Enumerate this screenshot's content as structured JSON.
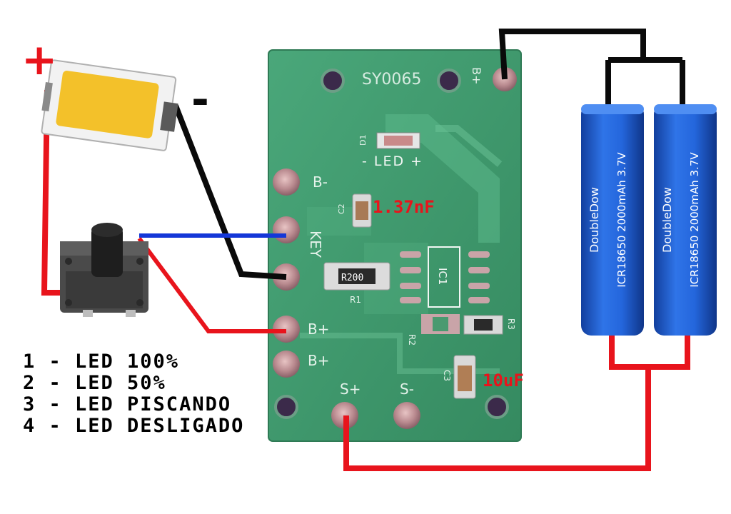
{
  "board": {
    "model": "SY0065",
    "pads": {
      "b_minus": "B-",
      "key": "KEY",
      "b_plus": "B+",
      "b_plus_2": "B+",
      "s_plus": "S+",
      "s_minus": "S-",
      "b_plus_top": "B+",
      "led_pad": "- LED +"
    },
    "components": {
      "d1": "D1",
      "c2": "C2",
      "r1": "R1",
      "r1_value": "R200",
      "ic1": "IC1",
      "r2": "R2",
      "r3": "R3",
      "c3": "C3"
    }
  },
  "annotations": {
    "c2_value": "1.37nF",
    "c3_value": "10uF",
    "led_plus": "+",
    "led_minus": "-"
  },
  "batteries": [
    {
      "brand": "DoubleDow",
      "spec": "ICR18650 2000mAh 3.7V"
    },
    {
      "brand": "DoubleDow",
      "spec": "ICR18650 2000mAh 3.7V"
    }
  ],
  "modes": [
    "1 - LED 100%",
    "2 - LED 50%",
    "3 - LED PISCANDO",
    "4 - LED DESLIGADO"
  ],
  "colors": {
    "wire_red": "#e8141c",
    "wire_black": "#0a0a0a",
    "wire_blue": "#1437d8",
    "pcb": "#3f9c6e",
    "battery": "#1f5fd6",
    "led_phosphor": "#f3c12a"
  }
}
